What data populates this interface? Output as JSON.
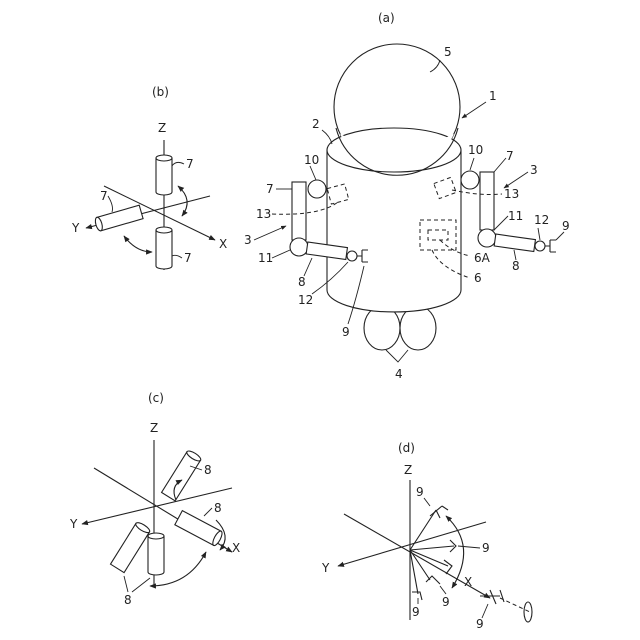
{
  "panels": {
    "a": {
      "label": "(a)"
    },
    "b": {
      "label": "(b)"
    },
    "c": {
      "label": "(c)"
    },
    "d": {
      "label": "(d)"
    }
  },
  "refs": {
    "robot": "1",
    "body": "2",
    "arm": "3",
    "legs": "4",
    "head": "5",
    "controller": "6",
    "controller_part": "6A",
    "joint_shoulder": "7",
    "joint_upper_arm": "8",
    "hand": "9",
    "shoulder_joint": "10",
    "elbow_joint": "11",
    "wrist_joint": "12",
    "motor": "13"
  },
  "axes": {
    "x": "X",
    "y": "Y",
    "z": "Z"
  }
}
